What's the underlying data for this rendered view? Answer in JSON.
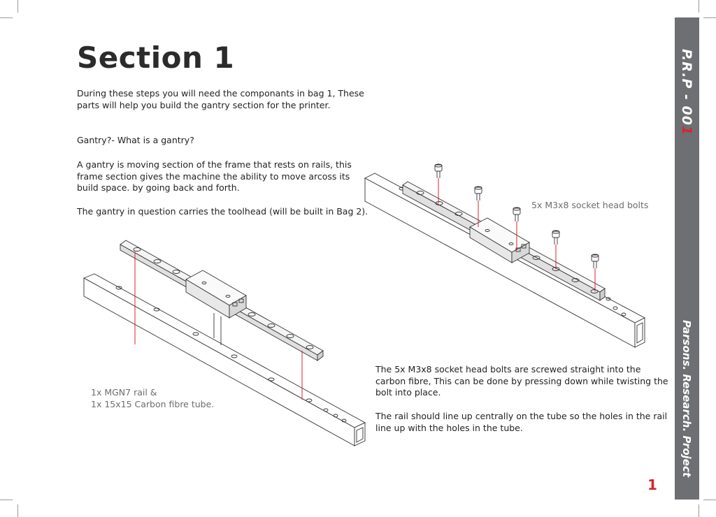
{
  "page": {
    "title": "Section 1",
    "intro": "During these steps you will need the componants in bag 1, These parts will help you build the gantry section for the printer.",
    "question": "Gantry?- What is a gantry?",
    "definition": "A gantry is moving section of the frame that rests on rails, this frame section gives the machine the ability to move arcoss its build space. by going back and forth.",
    "toolhead_note": "The gantry in question carries the toolhead (will be built in Bag 2).",
    "callout_bolts": "5x M3x8 socket head bolts",
    "callout_rail_line1": "1x MGN7 rail &",
    "callout_rail_line2": "1x 15x15 Carbon fibre tube.",
    "instruction_bolts": "The 5x M3x8 socket head bolts are screwed straight into the carbon fibre, This can be done by pressing down while twisting the bolt into place.",
    "instruction_rail": "The rail should line up centrally on the tube so the holes in the rail line up with the holes in the tube.",
    "page_number": "1"
  },
  "sidebar": {
    "code_prefix": "P.R.P - 00",
    "code_suffix": "1",
    "project_name": "Parsons. Research. Project"
  },
  "colors": {
    "accent": "#d9242a",
    "sidebar": "#6e6f72",
    "callout_text": "#6d6d6d"
  }
}
